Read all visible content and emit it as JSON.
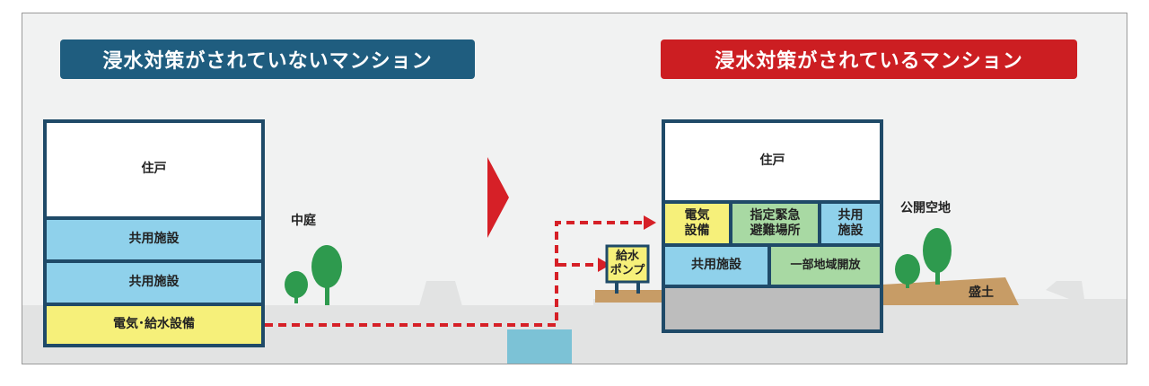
{
  "banners": {
    "left": "浸水対策がされていないマンション",
    "right": "浸水対策がされているマンション"
  },
  "left_building": {
    "residence": "住戸",
    "floor2": "共用施設",
    "floor1": "共用施設",
    "ground": "電気･給水設備"
  },
  "courtyard": "中庭",
  "pump": {
    "line1": "給水",
    "line2": "ポンプ"
  },
  "right_building": {
    "residence": "住戸",
    "electrical": {
      "line1": "電気",
      "line2": "設備"
    },
    "evacuation": {
      "line1": "指定緊急",
      "line2": "避難場所"
    },
    "shared_top": {
      "line1": "共用",
      "line2": "施設"
    },
    "shared_bottom": "共用施設",
    "community": "一部地域開放"
  },
  "public_space": "公開空地",
  "embankment": "盛土",
  "colors": {
    "banner_blue": "#1f5d7f",
    "banner_red": "#cc1e22",
    "building_outline": "#1f4a68",
    "floor_blue": "#8fd1eb",
    "equipment_yellow": "#f6f07a",
    "evacuation_green": "#a8d9a3",
    "basement_gray": "#bdbdbd",
    "tree_green": "#2e9a4e",
    "soil_brown": "#c79c66",
    "water_blue": "#7cc2d6",
    "dash_red": "#d62027"
  }
}
